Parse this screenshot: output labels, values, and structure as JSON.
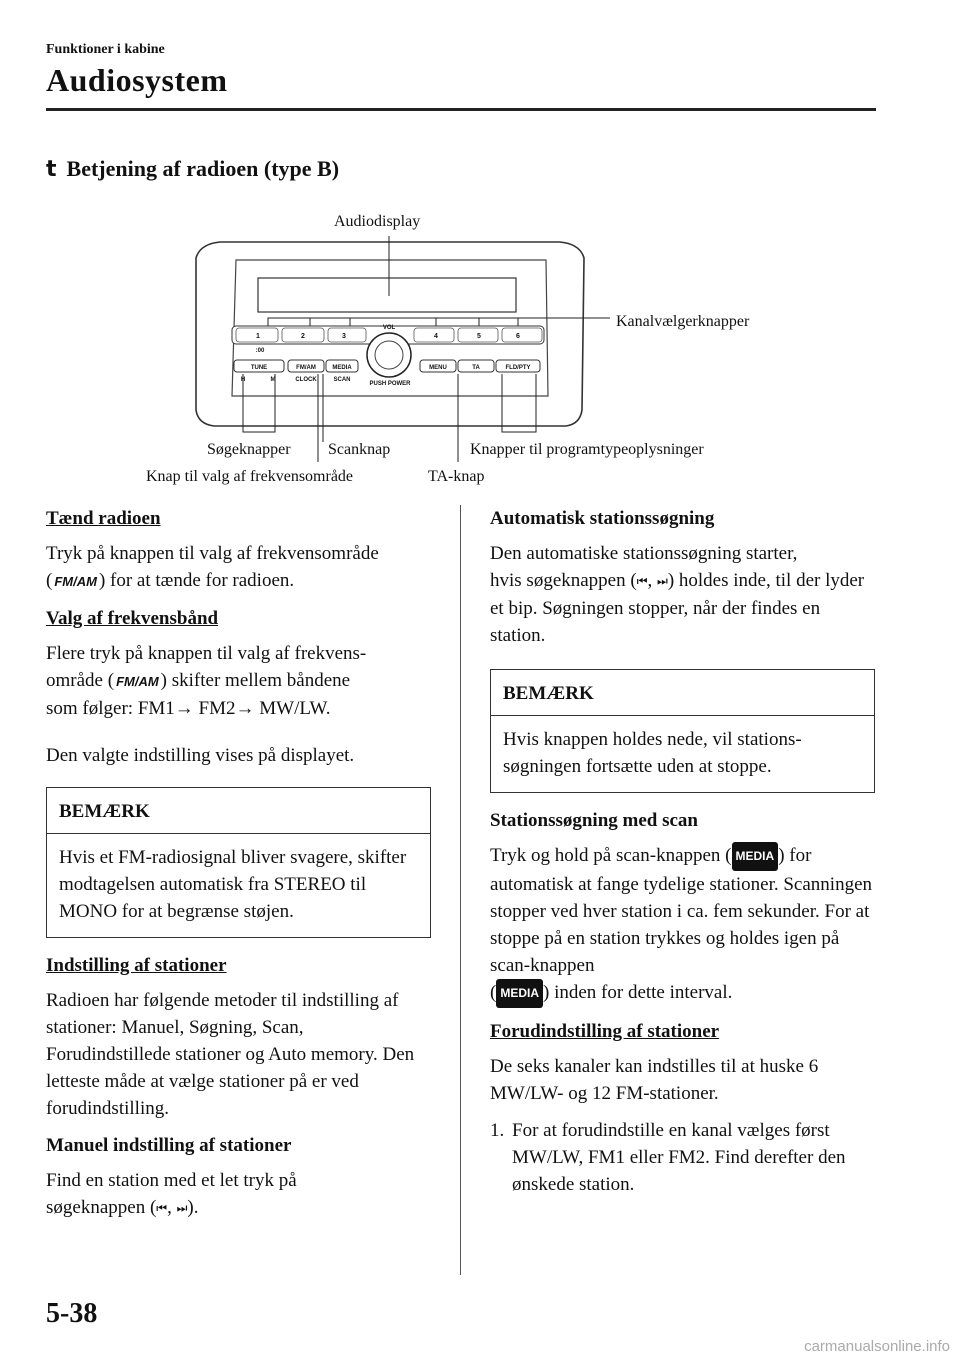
{
  "header": {
    "section": "Funktioner i kabine",
    "title": "Audiosystem"
  },
  "subheading": {
    "bullet": "t",
    "text": "Betjening af radioen (type B)"
  },
  "figure": {
    "labels": {
      "audiodisplay": "Audiodisplay",
      "kanal": "Kanalvælgerknapper",
      "sog": "Søgeknapper",
      "scan": "Scanknap",
      "program": "Knapper til programtypeoplysninger",
      "frekvens": "Knap til valg af frekvensområde",
      "ta": "TA-knap"
    },
    "panel": {
      "presets": [
        "1",
        "2",
        "3",
        "4",
        "5",
        "6"
      ],
      "clock_mark": ":00",
      "vol": "VOL",
      "push_power": "PUSH POWER",
      "tune": "TUNE",
      "fmam": "FM/AM",
      "media": "MEDIA",
      "menu": "MENU",
      "ta": "TA",
      "fldpty": "FLD/PTY",
      "h": "H",
      "m": "M",
      "clock": "CLOCK",
      "scan": "SCAN"
    }
  },
  "left": {
    "h1": "Tænd radioen",
    "p1a": "Tryk på knappen til valg af frekvensområde",
    "p1b": "(",
    "p1c": ") for at tænde for radioen.",
    "h2": "Valg af frekvensbånd",
    "p2a": "Flere tryk på knappen til valg af frekvens-",
    "p2b": "område (",
    "p2c": ") skifter mellem båndene",
    "p2d": "som følger: FM1→ FM2→ MW/LW.",
    "p3": "Den valgte indstilling vises på displayet.",
    "note_title": "BEMÆRK",
    "note_body": "Hvis et FM-radiosignal bliver svagere, skifter modtagelsen automatisk fra STEREO til MONO for at begrænse støjen.",
    "h3": "Indstilling af stationer",
    "p4": "Radioen har følgende metoder til indstilling af stationer: Manuel, Søgning, Scan, Forudindstillede stationer og Auto memory. Den letteste måde at vælge stationer på er ved forudindstilling.",
    "h4": "Manuel indstilling af stationer",
    "p5a": "Find en station med et let tryk på",
    "p5b": "søgeknappen (",
    "p5c": ", ",
    "p5d": ")."
  },
  "right": {
    "h1": "Automatisk stationssøgning",
    "p1a": "Den automatiske stationssøgning starter,",
    "p1b": "hvis søgeknappen (",
    "p1c": ", ",
    "p1d": ") holdes inde,",
    "p1e": "til der lyder et bip. Søgningen stopper, når der findes en station.",
    "note_title": "BEMÆRK",
    "note_body": "Hvis knappen holdes nede, vil stations-søgningen fortsætte uden at stoppe.",
    "h2": "Stationssøgning med scan",
    "p2a": "Tryk og hold på scan-knappen (",
    "p2b": ")",
    "p2c": "for automatisk at fange tydelige stationer. Scanningen stopper ved hver station i ca. fem sekunder. For at stoppe på en station trykkes og holdes igen på scan-knappen",
    "p2d": "(",
    "p2e": ") inden for dette interval.",
    "h3": "Forudindstilling af stationer",
    "p3": "De seks kanaler kan indstilles til at huske 6 MW/LW- og 12 FM-stationer.",
    "item1_num": "1.",
    "item1": "For at forudindstille en kanal vælges først MW/LW, FM1 eller FM2. Find derefter den ønskede station."
  },
  "icons": {
    "fmam": "FM/AM",
    "media": "MEDIA",
    "seek_down": "⏮",
    "seek_up": "⏭"
  },
  "footer": {
    "page": "5-38",
    "watermark": "carmanualsonline.info"
  }
}
